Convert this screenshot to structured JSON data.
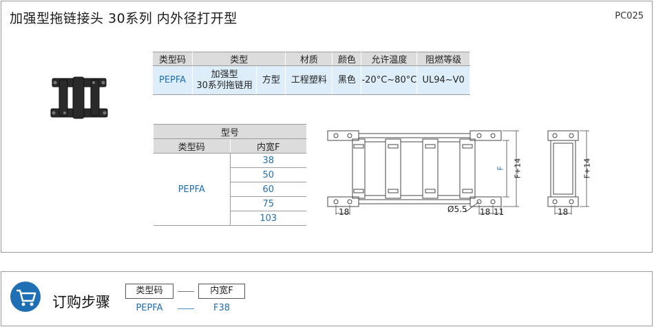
{
  "header": {
    "title": "加强型拖链接头  30系列  内外径打开型",
    "code": "PC025"
  },
  "spec_table": {
    "headers": [
      "类型码",
      "类型",
      "材质",
      "颜色",
      "允许温度",
      "阻燃等级"
    ],
    "row": {
      "type_code": "PEPFA",
      "type_name_line1": "加强型",
      "type_name_line2": "30系列拖链用",
      "shape": "方型",
      "material": "工程塑料",
      "color": "黑色",
      "temperature": "-20°C~80°C",
      "flame": "UL94~V0"
    }
  },
  "model_table": {
    "title": "型号",
    "headers": [
      "类型码",
      "内宽F"
    ],
    "type_code": "PEPFA",
    "widths": [
      "38",
      "50",
      "60",
      "75",
      "103"
    ]
  },
  "drawing": {
    "dim_18a": "18",
    "dim_hole": "Ø5.5",
    "dim_18b": "18",
    "dim_11": "11",
    "dim_F": "F",
    "dim_F14": "F+14",
    "dim_F14_side": "F+14",
    "dim_18c": "18"
  },
  "order": {
    "title": "订购步骤",
    "box1": "类型码",
    "box2": "内宽F",
    "val1": "PEPFA",
    "val2": "F38",
    "colors": {
      "accent": "#1e6fb3",
      "value": "#1f6fb4"
    }
  }
}
